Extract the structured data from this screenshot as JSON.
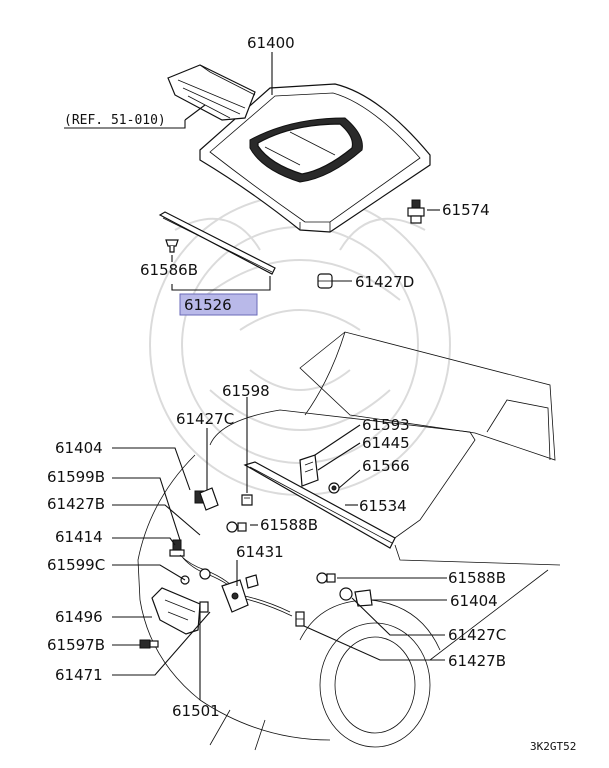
{
  "diagram_code": "3K2GT52",
  "reference_label": "(REF. 51-010)",
  "highlight_color": "#b9b9e9",
  "parts": {
    "p61400": "61400",
    "p61574": "61574",
    "p61586B": "61586B",
    "p61526": "61526",
    "p61427D": "61427D",
    "p61598": "61598",
    "p61427C_top": "61427C",
    "p61593": "61593",
    "p61445": "61445",
    "p61566": "61566",
    "p61404_left": "61404",
    "p61599B": "61599B",
    "p61427B_left": "61427B",
    "p61534": "61534",
    "p61588B_mid": "61588B",
    "p61414": "61414",
    "p61431": "61431",
    "p61599C": "61599C",
    "p61588B_right": "61588B",
    "p61404_right": "61404",
    "p61496": "61496",
    "p61427C_bottom": "61427C",
    "p61597B": "61597B",
    "p61427B_right": "61427B",
    "p61471": "61471",
    "p61501": "61501"
  }
}
